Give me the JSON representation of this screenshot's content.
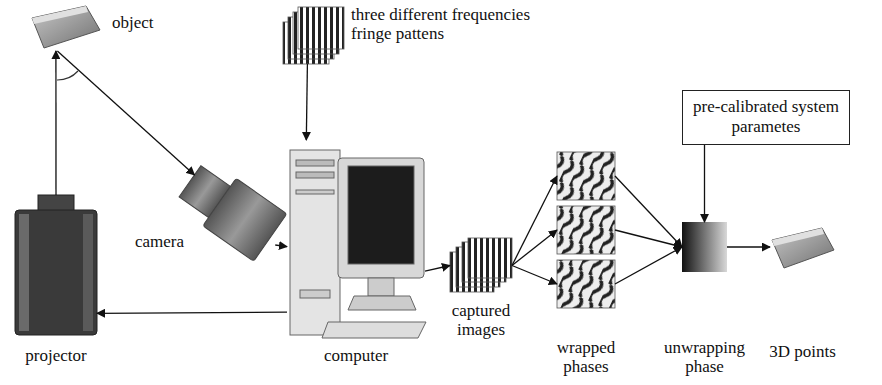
{
  "diagram": {
    "nodes": [
      {
        "text": [
          "object"
        ]
      },
      {
        "text": [
          "three different frequencies fringe pattens"
        ]
      },
      {
        "text": [
          "pre-calibrated system parametes"
        ]
      },
      {
        "text": [
          "projector"
        ]
      },
      {
        "text": [
          "camera"
        ]
      },
      {
        "text": [
          "computer"
        ]
      },
      {
        "text": [
          "captured images"
        ]
      },
      {
        "text": [
          "wrapped phases"
        ]
      },
      {
        "text": [
          "unwrapping phase"
        ]
      },
      {
        "text": [
          "3D points"
        ]
      }
    ],
    "edges": [
      {
        "from": 3,
        "to": 0,
        "arrow": "to"
      },
      {
        "from": 0,
        "to": 4,
        "arrow": "to"
      },
      {
        "from": 4,
        "to": 5,
        "arrow": "to"
      },
      {
        "from": 5,
        "to": 3,
        "arrow": "to"
      },
      {
        "from": 1,
        "to": 5,
        "arrow": "to"
      },
      {
        "from": 5,
        "to": 6,
        "arrow": "to"
      },
      {
        "from": 6,
        "to": 7,
        "arrow": "to"
      },
      {
        "from": 7,
        "to": 8,
        "arrow": "to"
      },
      {
        "from": 2,
        "to": 8,
        "arrow": "to"
      },
      {
        "from": 8,
        "to": 9,
        "arrow": "to"
      }
    ]
  }
}
